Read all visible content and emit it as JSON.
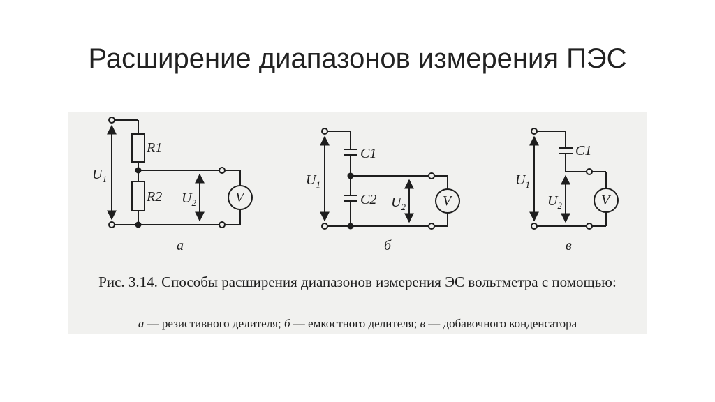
{
  "slide": {
    "title": "Расширение диапазонов измерения ПЭС"
  },
  "figure": {
    "circuit_a": {
      "u1": "U",
      "u1_sub": "1",
      "r1": "R1",
      "r2": "R2",
      "u2": "U",
      "u2_sub": "2",
      "voltmeter": "V",
      "letter": "а"
    },
    "circuit_b": {
      "u1": "U",
      "u1_sub": "1",
      "c1": "C1",
      "c2": "C2",
      "u2": "U",
      "u2_sub": "2",
      "voltmeter": "V",
      "letter": "б"
    },
    "circuit_c": {
      "u1": "U",
      "u1_sub": "1",
      "c1": "C1",
      "u2": "U",
      "u2_sub": "2",
      "voltmeter": "V",
      "letter": "в"
    },
    "caption_line1": "Рис. 3.14. Способы расширения диапазонов измерения ЭС вольтметра с помощью:",
    "caption_line2": {
      "a_letter": "а",
      "a_text": " — резистивного делителя; ",
      "b_letter": "б",
      "b_text": " — емкостного делителя; ",
      "c_letter": "в",
      "c_text": " — добавочного конденсатора"
    }
  }
}
